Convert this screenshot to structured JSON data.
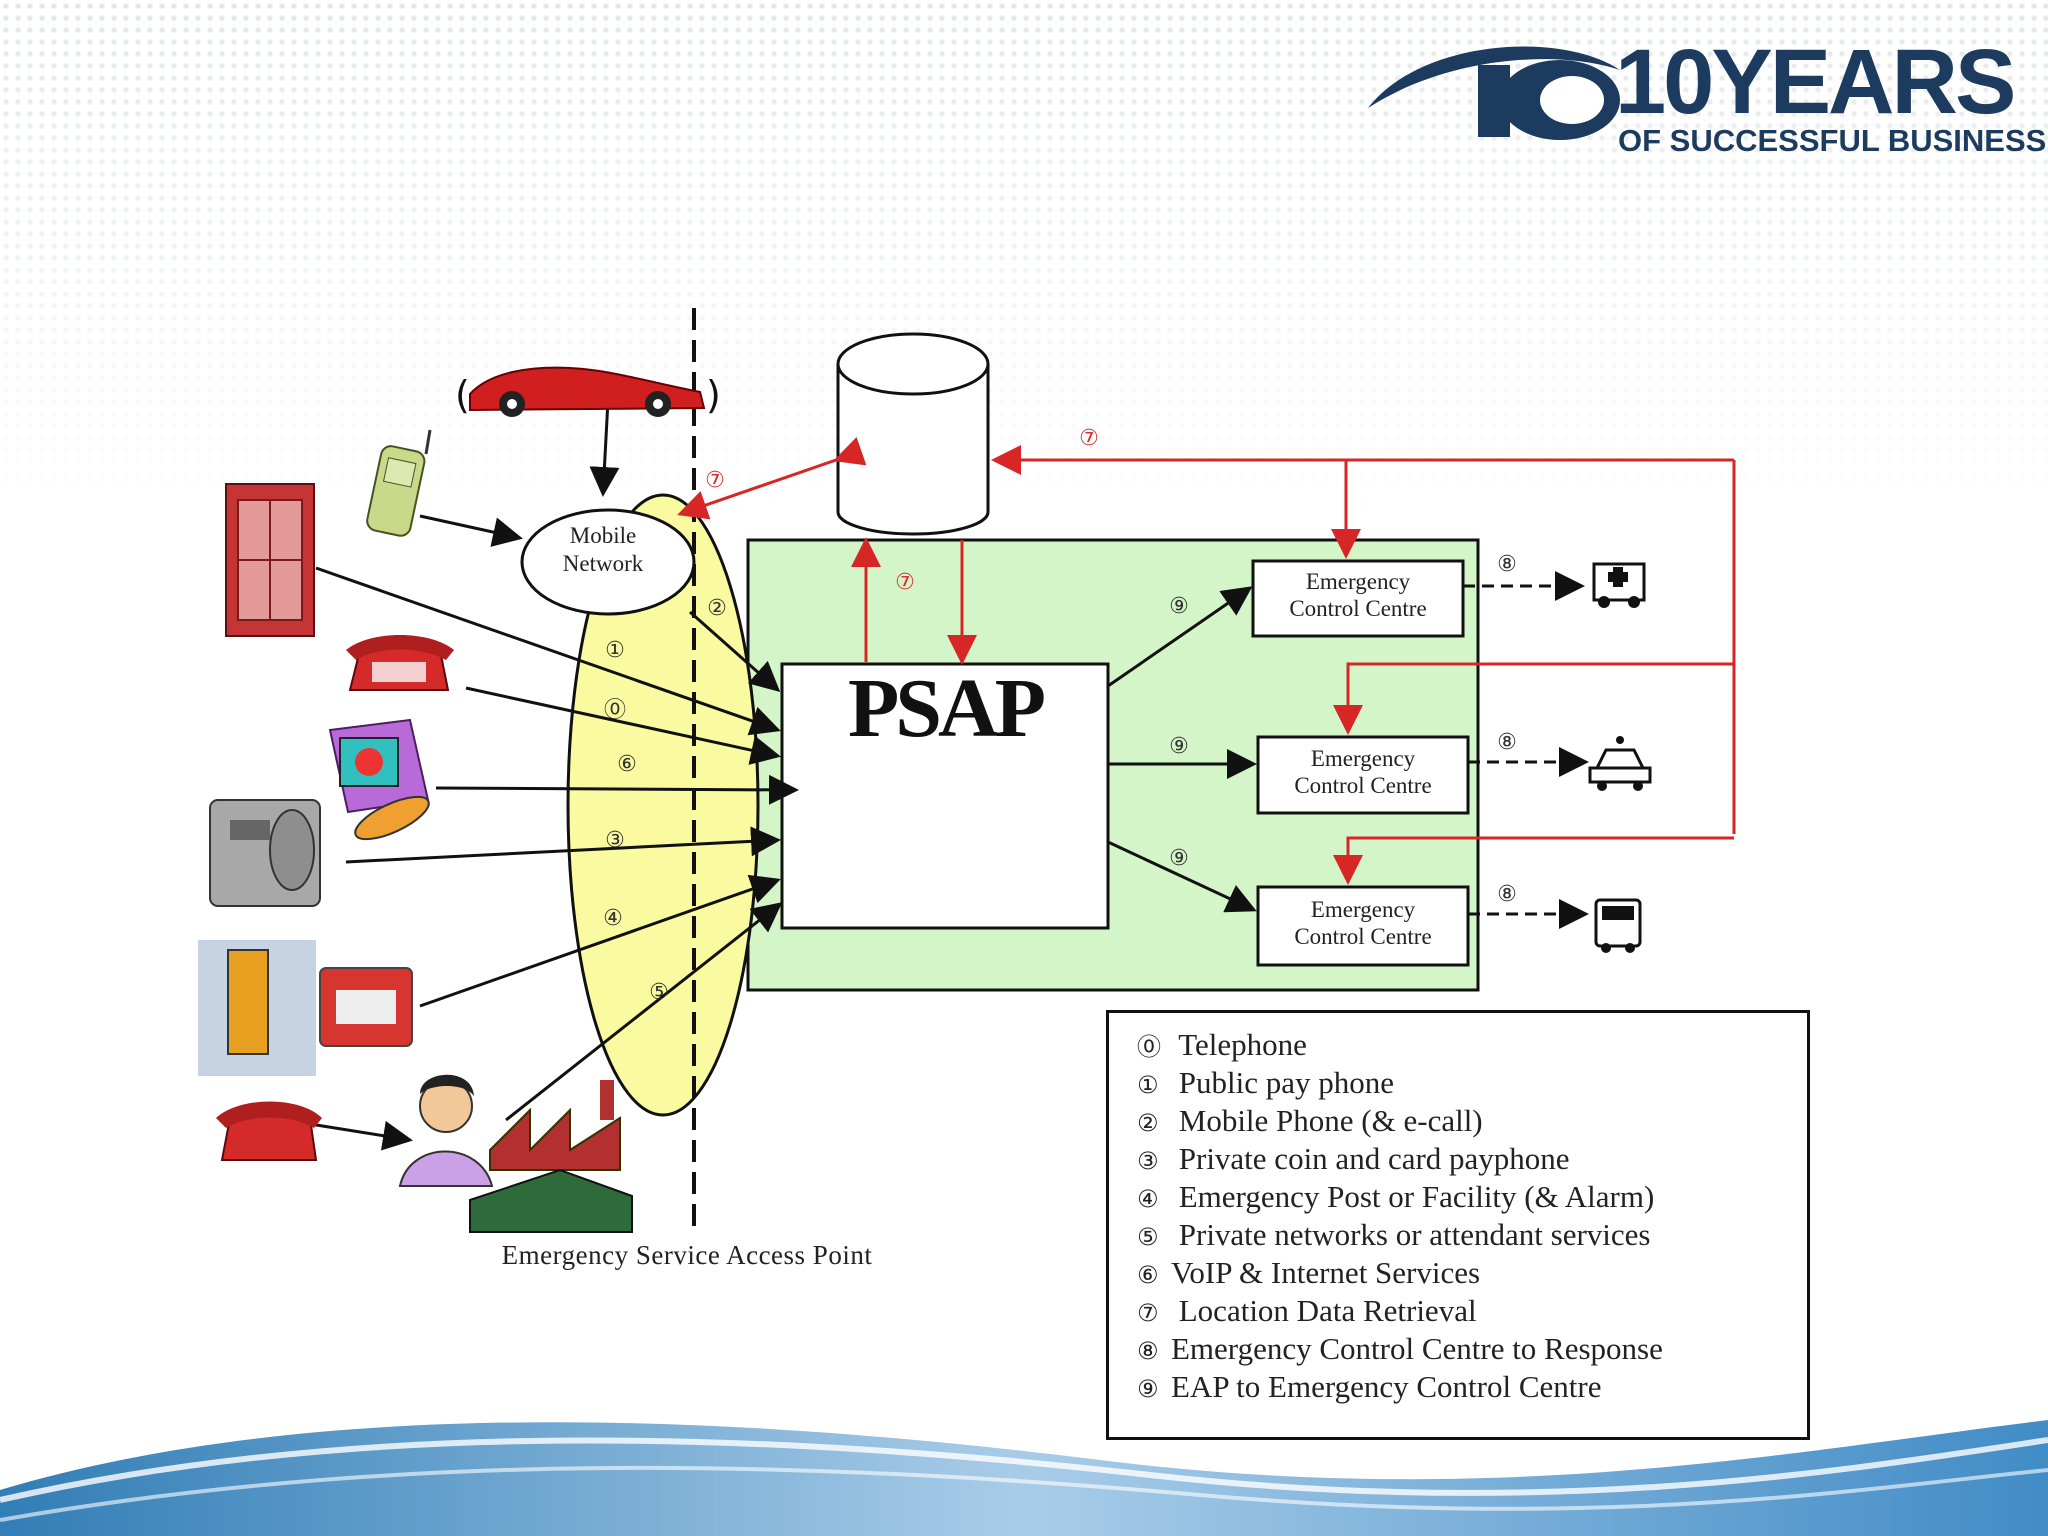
{
  "logo": {
    "big_text": "10YEARS",
    "small_text": "OF SUCCESSFUL BUSINESS",
    "brand_color": "#1c3b5e"
  },
  "diagram": {
    "center_label": "PSAP",
    "mobile_network_label": [
      "Mobile",
      "Network"
    ],
    "esap_label": "Emergency Service Access Point",
    "control_centres": [
      {
        "line1": "Emergency",
        "line2": "Control Centre",
        "response_icon": "ambulance-icon"
      },
      {
        "line1": "Emergency",
        "line2": "Control Centre",
        "response_icon": "police-car-icon"
      },
      {
        "line1": "Emergency",
        "line2": "Control Centre",
        "response_icon": "fire-truck-icon"
      }
    ],
    "markers": {
      "zero": "⓪",
      "one": "①",
      "two": "②",
      "three": "③",
      "four": "④",
      "five": "⑤",
      "six": "⑥",
      "seven": "⑦",
      "eight": "⑧",
      "nine": "⑨"
    },
    "colors": {
      "psap_area": "#d4f5c8",
      "access_ellipse": "#fafaa0",
      "data_link": "#d62626"
    }
  },
  "legend": {
    "items": [
      {
        "symbol": "⓪",
        "text": " Telephone"
      },
      {
        "symbol": "①",
        "text": " Public pay phone"
      },
      {
        "symbol": "②",
        "text": " Mobile Phone (& e-call)"
      },
      {
        "symbol": "③",
        "text": " Private coin and card payphone"
      },
      {
        "symbol": "④",
        "text": " Emergency Post or Facility (& Alarm)"
      },
      {
        "symbol": "⑤",
        "text": " Private networks or attendant services"
      },
      {
        "symbol": "⑥",
        "text": "VoIP & Internet Services"
      },
      {
        "symbol": "⑦",
        "text": " Location Data Retrieval"
      },
      {
        "symbol": "⑧",
        "text": "Emergency Control Centre to Response"
      },
      {
        "symbol": "⑨",
        "text": "EAP to Emergency Control Centre"
      }
    ]
  }
}
